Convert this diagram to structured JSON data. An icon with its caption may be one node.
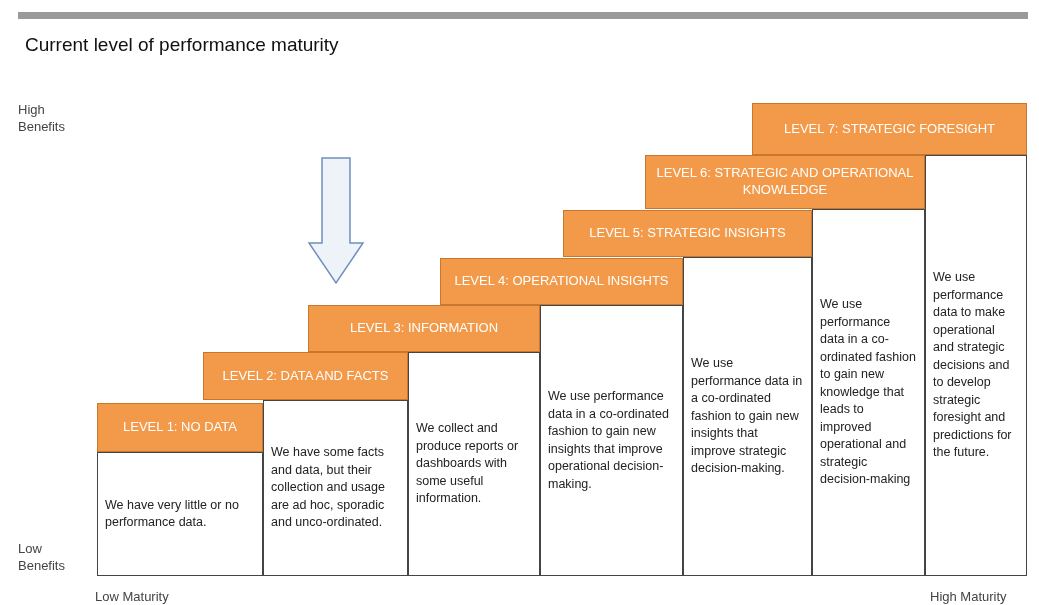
{
  "diagram": {
    "title": "Current level of performance maturity",
    "nodes": [
      {
        "text": [
          "LEVEL 1: NO DATA",
          "We have very little or no performance data."
        ]
      },
      {
        "text": [
          "LEVEL 2: DATA AND FACTS",
          "We have some facts and data, but their collection and usage are ad hoc, sporadic and unco-ordinated."
        ]
      },
      {
        "text": [
          "LEVEL 3: INFORMATION",
          "We collect and produce reports or dashboards with some useful information."
        ]
      },
      {
        "text": [
          "LEVEL 4: OPERATIONAL INSIGHTS",
          "We use performance data in a co-ordinated fashion to gain new insights that improve operational decision-making."
        ]
      },
      {
        "text": [
          "LEVEL 5: STRATEGIC INSIGHTS",
          "We use performance data in a co-ordinated fashion to gain new insights that improve strategic decision-making."
        ]
      },
      {
        "text": [
          "LEVEL 6: STRATEGIC AND OPERATIONAL KNOWLEDGE",
          "We use performance data in a co-ordinated fashion to gain new knowledge that leads to improved operational and strategic decision-making"
        ]
      },
      {
        "text": [
          "LEVEL 7: STRATEGIC FORESIGHT",
          "We use performance data to make operational and strategic decisions and to develop strategic foresight and predictions for the future."
        ]
      }
    ],
    "edges": [
      {
        "from": null,
        "to": 2,
        "arrow": "to"
      }
    ],
    "labels": [
      "High Benefits",
      "Low Benefits",
      "Low Maturity",
      "High Maturity"
    ]
  }
}
